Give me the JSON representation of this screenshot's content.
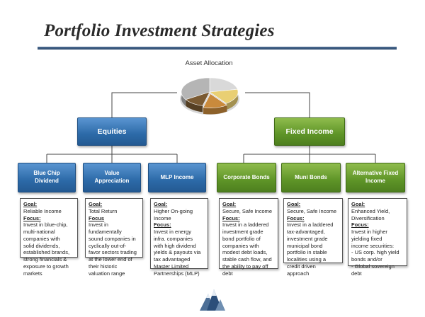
{
  "title": "Portfolio Investment Strategies",
  "root": "Asset Allocation",
  "pie_slices": [
    {
      "value": 22,
      "color": "#d9d9d9"
    },
    {
      "value": 18,
      "color": "#e9cf73"
    },
    {
      "value": 14,
      "color": "#c98a3c"
    },
    {
      "value": 12,
      "color": "#7a5a32"
    },
    {
      "value": 34,
      "color": "#b5b5b5"
    }
  ],
  "categories": [
    {
      "label": "Equities",
      "theme": "blue",
      "strategies": [
        {
          "label": "Blue Chip\nDividend",
          "goal_h": "Goal:",
          "goal": "Reliable Income",
          "focus_h": "Focus:",
          "focus": "Invest in blue-chip,\nmulti-national\ncompanies with\nsolid dividends,\nestablished brands,\nstrong financials &\nexposure to growth\nmarkets"
        },
        {
          "label": "Value\nAppreciation",
          "goal_h": "Goal:",
          "goal": "Total Return",
          "focus_h": "Focus",
          "focus": "Invest in\nfundamentally\nsound companies in\ncyclically out-of-\nfavor sectors trading\nat the lower end of\ntheir historic\nvaluation range"
        },
        {
          "label": "MLP Income",
          "goal_h": "Goal:",
          "goal": "Higher On-going\nIncome",
          "focus_h": "Focus:",
          "focus": "Invest in energy\ninfra. companies\nwith high dividend\nyields & payouts via\ntax advantaged\nMaster Limited\nPartnerships (MLP)"
        }
      ]
    },
    {
      "label": "Fixed Income",
      "theme": "green",
      "strategies": [
        {
          "label": "Corporate Bonds",
          "goal_h": "Goal:",
          "goal": "Secure, Safe Income",
          "focus_h": "Focus:",
          "focus": "Invest in a laddered\ninvestment grade\nbond portfolio of\ncompanies with\nmodest debt loads,\nstable cash flow, and\nthe ability to pay off\ndebt"
        },
        {
          "label": "Muni Bonds",
          "goal_h": "Goal:",
          "goal": "Secure, Safe Income",
          "focus_h": "Focus:",
          "focus": "Invest in a laddered\ntax-advantaged,\ninvestment grade\nmunicipal bond\nportfolio in stable\nlocalities using a\ncredit driven\napproach"
        },
        {
          "label": "Alternative Fixed\nIncome",
          "goal_h": "Goal:",
          "goal": "Enhanced Yield,\nDiversification",
          "focus_h": "Focus:",
          "focus": "Invest in higher\nyielding fixed\nincome securities:\n- US corp. high yield\n  bonds and/or\n- Global sovereign\n  debt"
        }
      ]
    }
  ]
}
